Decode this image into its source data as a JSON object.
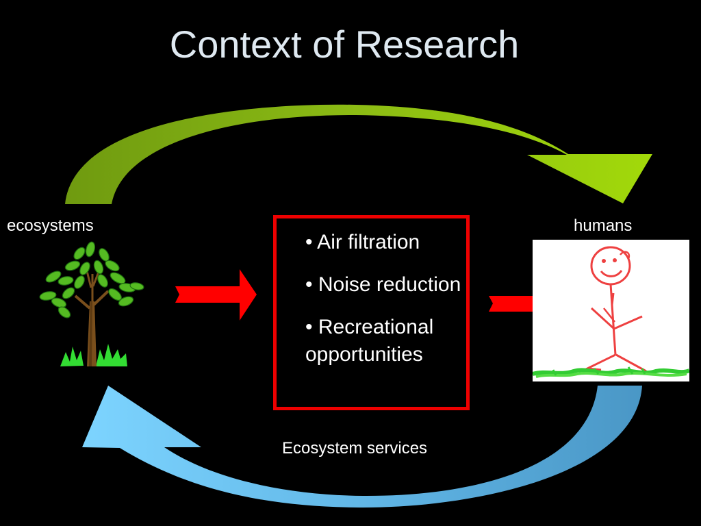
{
  "slide": {
    "title": "Context of Research"
  },
  "labels": {
    "ecosystems": "ecosystems",
    "humans": "humans",
    "services": "Ecosystem services"
  },
  "services": {
    "items": [
      "• Air filtration",
      "• Noise reduction",
      "• Recreational opportunities"
    ]
  },
  "colors": {
    "background": "#000000",
    "title": "#dfe9f1",
    "top_arrow": "#8dc21f",
    "bottom_arrow": "#5ab8e8",
    "flow_arrow": "#ff0000",
    "box_border": "#ee0000"
  },
  "icons": {
    "tree": "tree-icon",
    "stick_figure": "stick-figure-icon"
  }
}
